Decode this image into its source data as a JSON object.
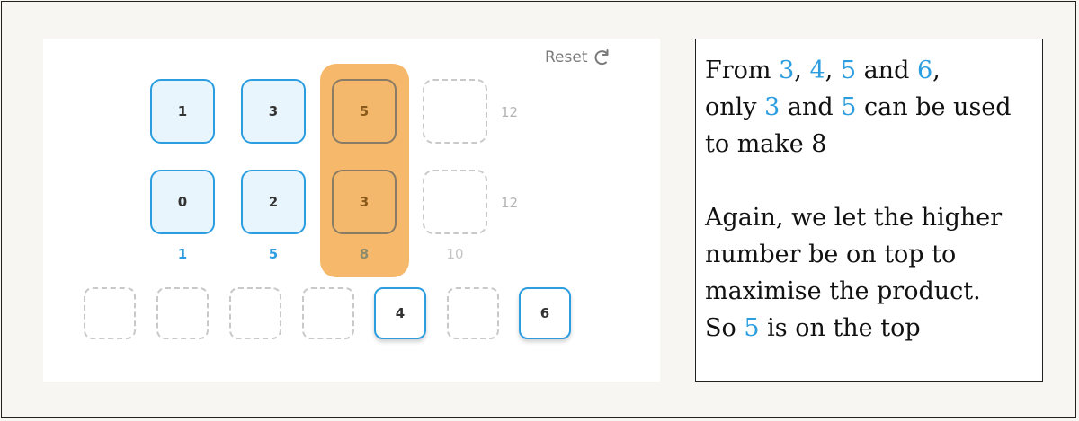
{
  "reset_label": "Reset",
  "grid": {
    "top_row": [
      "1",
      "3",
      "5",
      ""
    ],
    "bottom_row": [
      "0",
      "2",
      "3",
      ""
    ],
    "row_products": [
      "12",
      "12"
    ],
    "column_sums": [
      "1",
      "5",
      "8",
      "10"
    ]
  },
  "pool": [
    "",
    "",
    "",
    "",
    "4",
    "",
    "6"
  ],
  "colors": {
    "accent_blue": "#2c9ee0",
    "highlight_orange": "#f6b96b"
  },
  "explanation": {
    "p1": {
      "a": "From ",
      "n1": "3",
      "b": ", ",
      "n2": "4",
      "c": ", ",
      "n3": "5",
      "d": " and ",
      "n4": "6",
      "e": ","
    },
    "p2": {
      "a": "only ",
      "n1": "3",
      "b": " and ",
      "n2": "5",
      "c": " can be used"
    },
    "p3": "to make 8",
    "p4": "Again, we let the higher",
    "p5": "number be on top to",
    "p6": "maximise the product.",
    "p7": {
      "a": "So ",
      "n1": "5",
      "b": " is on the top"
    }
  }
}
